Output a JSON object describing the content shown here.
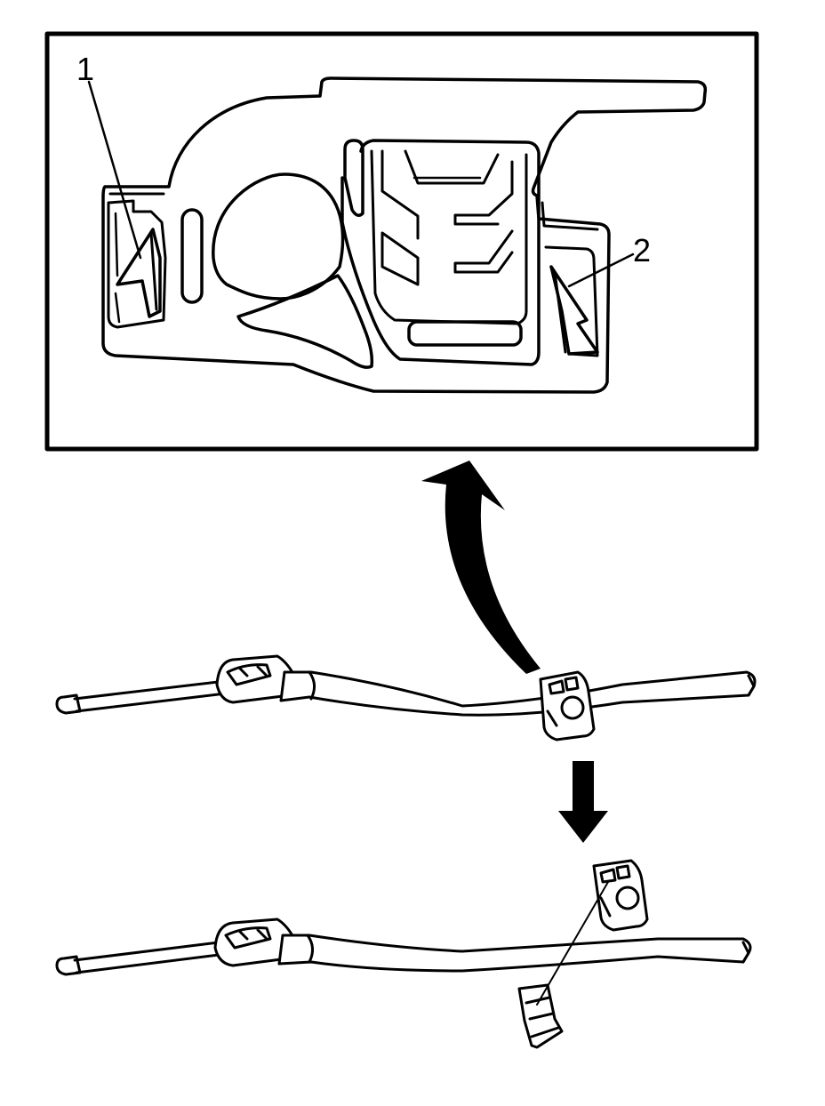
{
  "figure": {
    "callouts": [
      {
        "id": "1",
        "label": "1"
      },
      {
        "id": "2",
        "label": "2"
      }
    ],
    "colors": {
      "ink": "#000000",
      "paper": "#ffffff"
    }
  }
}
